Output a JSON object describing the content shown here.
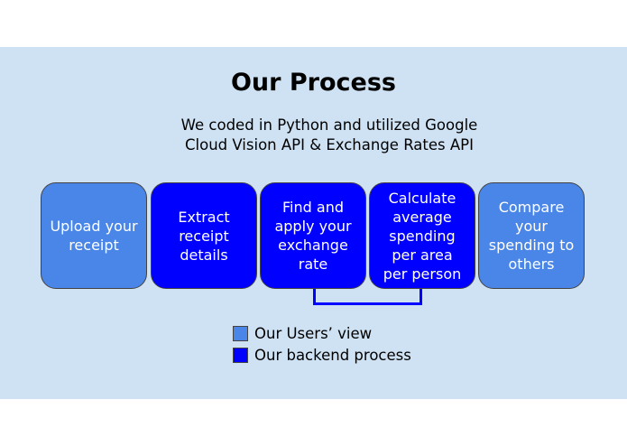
{
  "title": "Our Process",
  "subtitle": {
    "line1": "We coded in Python and utilized Google",
    "line2": "Cloud Vision API & Exchange Rates API"
  },
  "colors": {
    "background": "#cfe2f3",
    "users_view": "#4a86e8",
    "backend": "#0000ff",
    "border": "#434343"
  },
  "steps": [
    {
      "label": "Upload your\nreceipt",
      "kind": "users_view"
    },
    {
      "label": "Extract\nreceipt\ndetails",
      "kind": "backend"
    },
    {
      "label": "Find and\napply your\nexchange\nrate",
      "kind": "backend"
    },
    {
      "label": "Calculate\naverage\nspending\nper area\nper person",
      "kind": "backend"
    },
    {
      "label": "Compare\nyour\nspending to\nothers",
      "kind": "users_view"
    }
  ],
  "legend": {
    "users_view": "Our Users’ view",
    "backend": "Our backend process"
  }
}
